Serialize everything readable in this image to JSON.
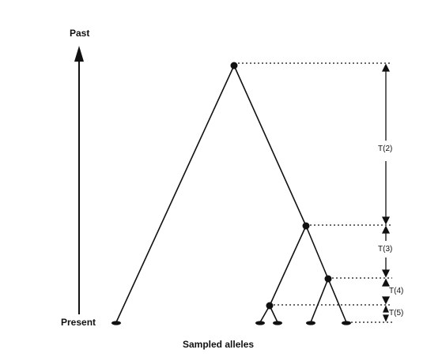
{
  "labels": {
    "past": "Past",
    "present": "Present",
    "sampled_alleles": "Sampled alleles"
  },
  "intervals": [
    {
      "label": "T(2)"
    },
    {
      "label": "T(3)"
    },
    {
      "label": "T(4)"
    },
    {
      "label": "T(5)"
    }
  ],
  "colors": {
    "ink": "#111111",
    "background": "#ffffff"
  }
}
